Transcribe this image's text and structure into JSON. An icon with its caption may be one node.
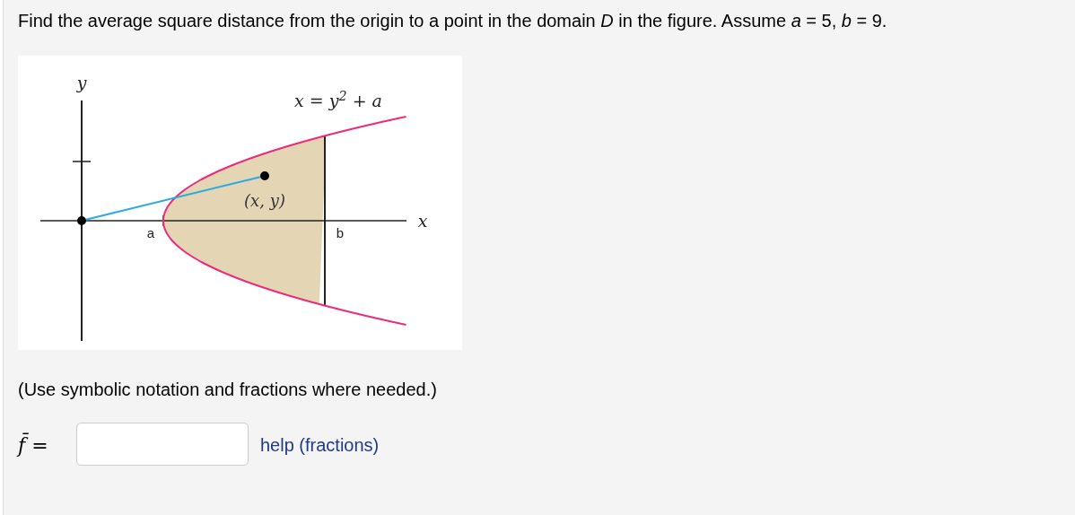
{
  "diagram": {
    "title": "Find the average square distance from the origin to a point in the domain *D* in the figure. Assume *a* = 5, *b* = 9.",
    "nodes": [
      {
        "text": [],
        "shape": "circle"
      },
      {
        "text": [],
        "shape": "circle",
        "beside": [
          "(x, y)"
        ]
      }
    ],
    "edges": [
      {
        "from": 0,
        "to": 1,
        "arrow": "none"
      }
    ],
    "labels": [
      "y",
      "x = y$^{2}$ + a",
      "x",
      "a",
      "b",
      "(Use symbolic notation and fractions where needed.)",
      "f̄ =",
      "help (fractions)"
    ]
  }
}
